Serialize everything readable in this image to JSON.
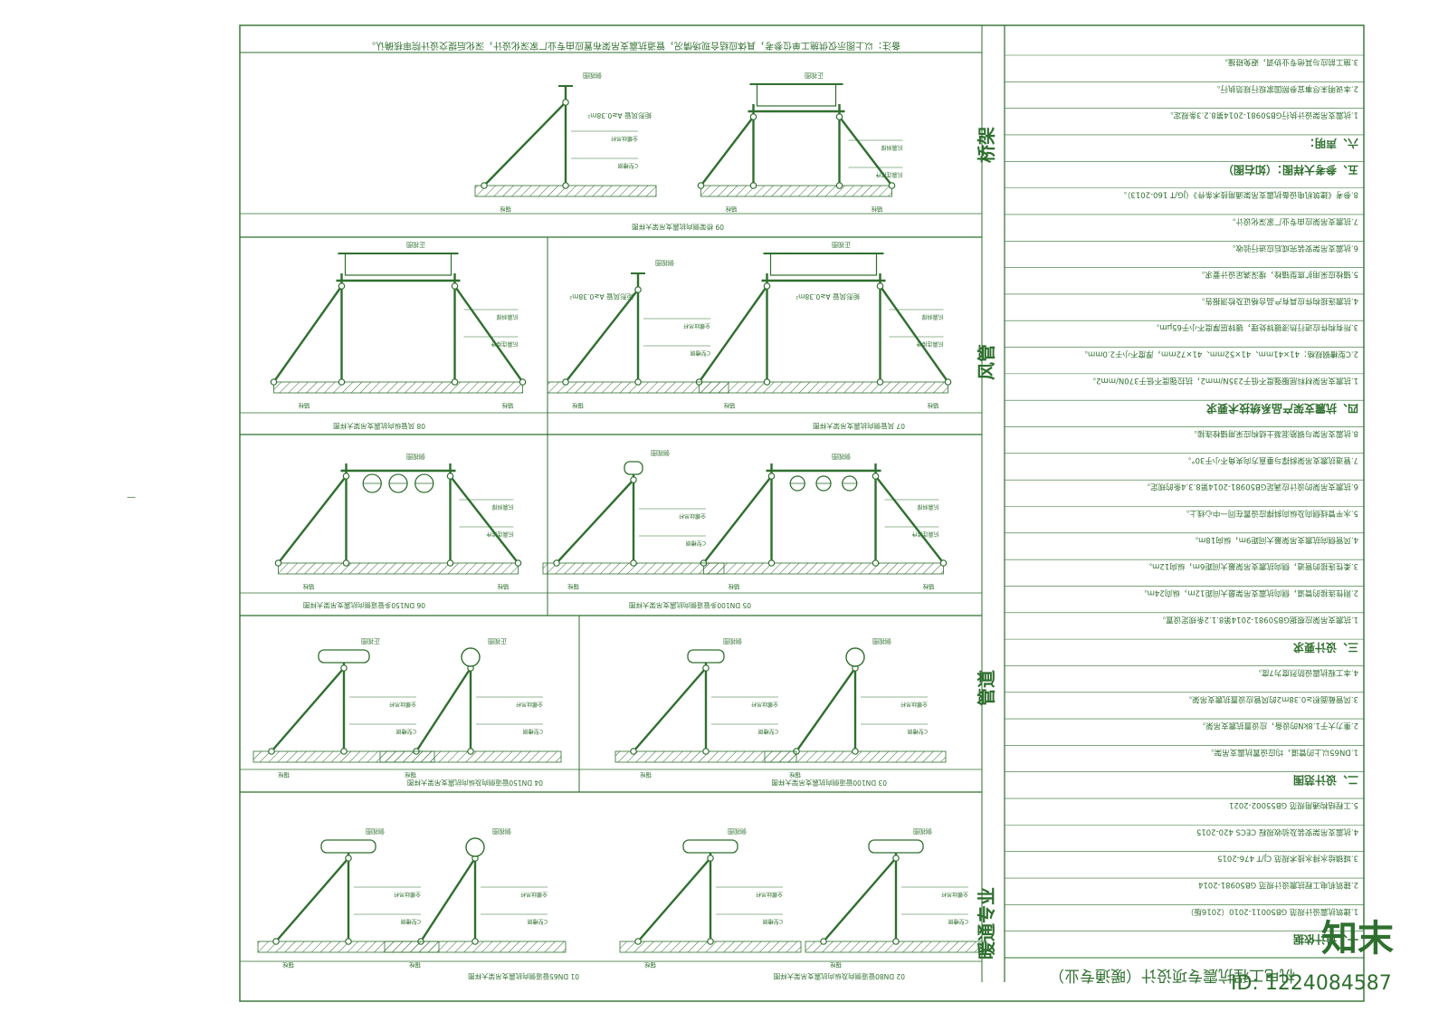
{
  "sheet": {
    "title": "机电工程抗震专项设计（暖通专业）",
    "watermark": "ID: 1224084587",
    "brand": "知末",
    "side_title_1": "暖通专业",
    "side_title_2": "管道",
    "side_title_3": "风管",
    "side_title_4": "桥架",
    "remark": "备注：以上图示仅供施工单位参考，具体应结合现场情况，管道抗震支吊架布置应由专业厂家深化设计，深化后提交设计院审核确认。"
  },
  "spec": {
    "sec1_title": "一、设计依据",
    "std_rows": [
      "1.建筑抗震设计规范  GB50011-2010（2016版）",
      "2.建筑机电工程抗震设计规范  GB50981-2014",
      "3.城镇给水排水技术规范  CJ/T 476-2015",
      "4.抗震支吊架安装及验收规程  CECS 420-2015",
      "5.工程结构通用规范  GB55002-2021"
    ],
    "sec2_title": "二、设计范围",
    "sec2_rows": [
      "1.DN65以上的管道，均应设置抗震支吊架。",
      "2.重力大于1.8kN的设备，应设置抗震支吊架。",
      "3.风管截面积≥0.38m2的风管应设置抗震支吊架。",
      "4.本工程抗震设防烈度为7度。"
    ],
    "sec3_title": "三、设计要求",
    "sec3_rows": [
      "1.抗震支吊架应根据GB50981-2014第8.1.2条规定设置。",
      "2.刚性连接的管道，侧向抗震支吊架最大间距12m，纵向24m。",
      "3.柔性连接的管道，侧向抗震支吊架最大间距6m，纵向12m。",
      "4.风管侧向抗震支吊架最大间距9m，纵向18m。",
      "5.水平管线侧向及纵向斜撑应设置在同一中心线上。",
      "6.抗震支吊架的设计应满足GB50981-2014第8.3.4条的规定。",
      "7.管道抗震支吊架斜撑与垂直方向夹角不小于30°。",
      "8.抗震支吊架与钢筋混凝土结构应采用锚栓连接。"
    ],
    "sec4_title": "四、抗震支架产品系统技术要求",
    "sec4_rows": [
      "1.抗震支吊架材料屈服强度不低于235N/mm2，抗拉强度不低于370N/mm2。",
      "2.C型槽钢规格：41×41mm、41×52mm、41×72mm，厚度不小于2.0mm。",
      "3.所有构件应进行热浸镀锌处理，镀锌层厚度不小于65μm。",
      "4.抗震连接构件应具有产品合格证及检测报告。",
      "5.锚栓应采用扩底型锚栓，埋深满足设计要求。",
      "6.抗震支吊架安装完成后应进行验收。",
      "7.抗震支吊架应由专业厂家深化设计。",
      "8.参考《建筑机电设备抗震支吊架通用技术条件》（JG/T 160-2013）。"
    ],
    "sec5_title": "五、参考大样图：（如右图）",
    "sec6_title": "六、声明：",
    "sec6_rows": [
      "1.抗震支吊架设计执行GB50981-2014第8.2.3条规定。",
      "2.本说明未尽事宜参照国家现行规范执行。",
      "3.施工前应与其他专业协调，避免碰撞。"
    ]
  },
  "details": [
    {
      "caption": "01 DN65管道侧向抗震支吊架大样图"
    },
    {
      "caption": "02 DN80管道侧向及纵向抗震支吊架大样图"
    },
    {
      "caption": "03 DN100管道侧向抗震支吊架大样图"
    },
    {
      "caption": "04 DN150管道侧向及纵向抗震支吊架大样图"
    },
    {
      "caption": "05 DN100多管道侧向抗震支吊架大样图"
    },
    {
      "caption": "06 DN150多管道侧向抗震支吊架大样图"
    },
    {
      "caption": "07 风管侧向抗震支吊架大样图"
    },
    {
      "caption": "08 风管纵向抗震支吊架大样图"
    },
    {
      "caption": "09 桥架侧向抗震支吊架大样图"
    }
  ],
  "labels": {
    "anchor": "锚栓",
    "duct_area": "矩形风管 A≥0.38m²",
    "brace": "抗震斜撑",
    "channel": "C型槽钢",
    "hinge": "抗震连接件",
    "side_view": "侧视图",
    "front_view": "正视图",
    "rod": "全螺纹吊杆"
  },
  "colors": {
    "line": "#2f6f2f",
    "fill_light": "#e8f2e6"
  }
}
